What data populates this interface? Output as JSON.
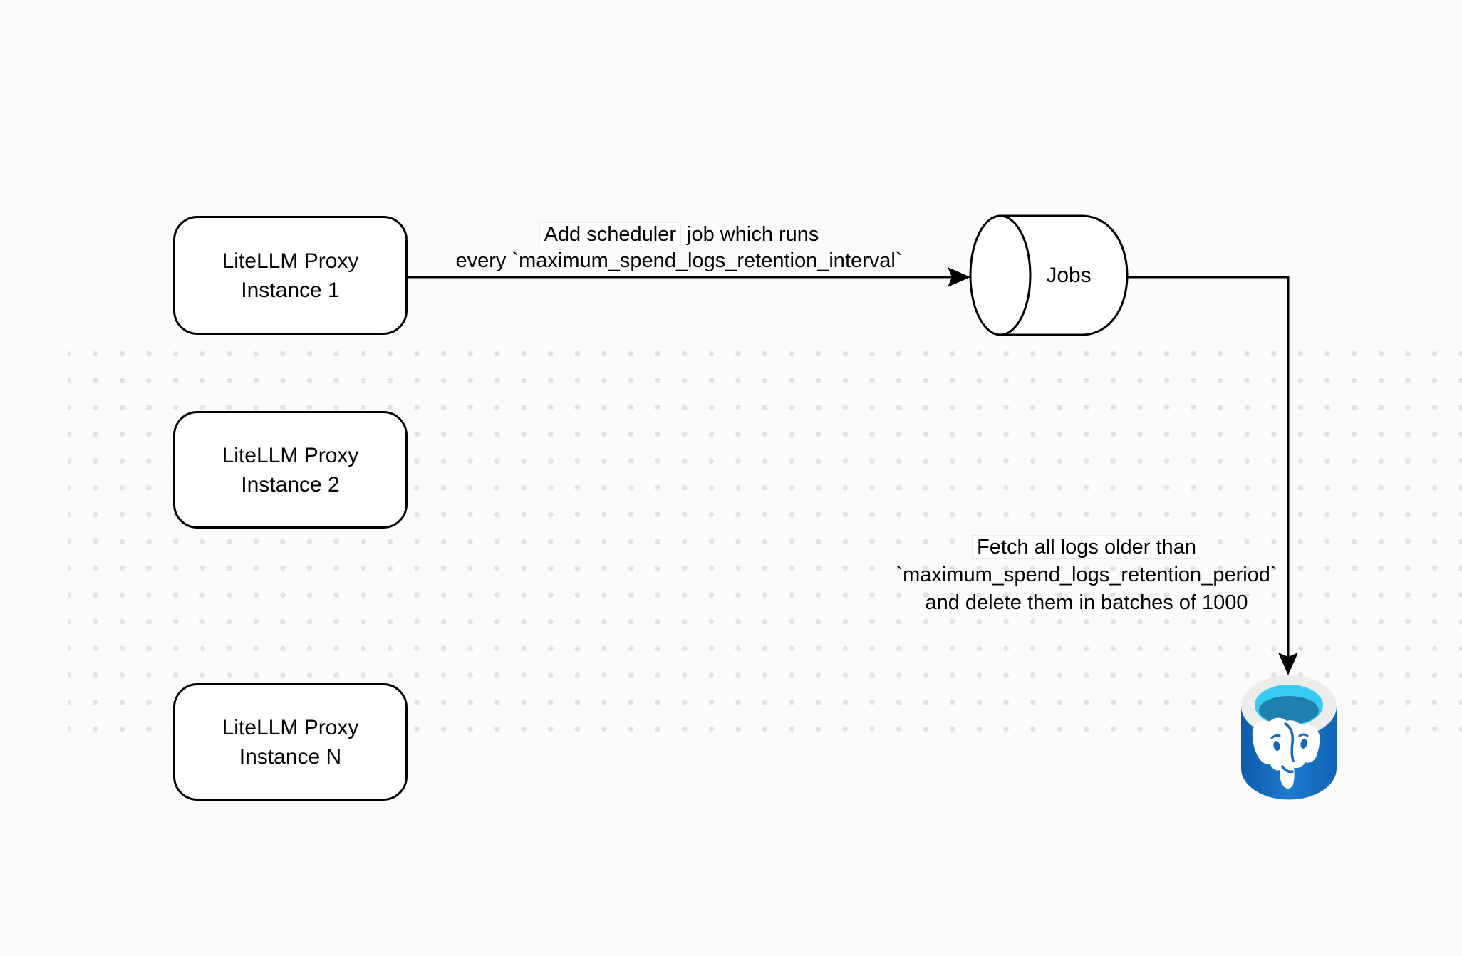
{
  "diagram": {
    "nodes": {
      "proxy1": {
        "line1": "LiteLLM Proxy",
        "line2": "Instance 1"
      },
      "proxy2": {
        "line1": "LiteLLM Proxy",
        "line2": "Instance 2"
      },
      "proxyN": {
        "line1": "LiteLLM Proxy",
        "line2": "Instance N"
      },
      "jobs": {
        "label": "Jobs"
      },
      "database": {
        "icon": "postgresql-database-icon"
      }
    },
    "edges": {
      "scheduler": {
        "line1_boxed": "Add scheduler",
        "line1_rest": " job which runs",
        "line2": "every `maximum_spend_logs_retention_interval`"
      },
      "fetch": {
        "line1": "Fetch all logs older than",
        "line2": "`maximum_spend_logs_retention_period`",
        "line3": "and delete them in batches of 1000"
      }
    },
    "colors": {
      "background": "#FBFBFB",
      "grid_dot": "#E2E2E2",
      "shape_fill": "#FFFFFF",
      "shape_stroke": "#000000",
      "postgres_body": "#1B74C8",
      "postgres_body_dark": "#0E5CAB",
      "postgres_rim": "#ECECEC",
      "postgres_top_cyan": "#38CBF2",
      "postgres_top_teal": "#1F7FAD",
      "postgres_elephant": "#FFFFFF"
    }
  }
}
